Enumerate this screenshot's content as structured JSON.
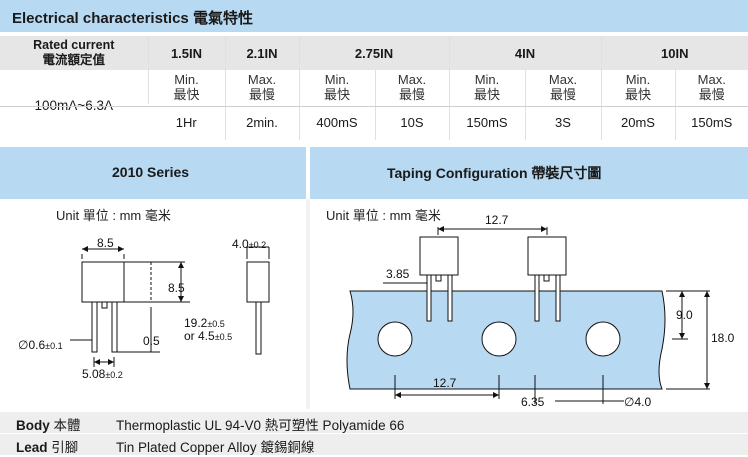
{
  "header": {
    "title": "Electrical characteristics 電氣特性"
  },
  "table": {
    "rated_current_label": "Rated current",
    "rated_current_label_cn": "電流額定值",
    "range": "100mA~6.3A",
    "columns": [
      {
        "name": "1.5IN",
        "labels": [
          [
            "Min.",
            "最快"
          ]
        ],
        "values": [
          "1Hr"
        ]
      },
      {
        "name": "2.1IN",
        "labels": [
          [
            "Max.",
            "最慢"
          ]
        ],
        "values": [
          "2min."
        ]
      },
      {
        "name": "2.75IN",
        "labels": [
          [
            "Min.",
            "最快"
          ],
          [
            "Max.",
            "最慢"
          ]
        ],
        "values": [
          "400mS",
          "10S"
        ]
      },
      {
        "name": "4IN",
        "labels": [
          [
            "Min.",
            "最快"
          ],
          [
            "Max.",
            "最慢"
          ]
        ],
        "values": [
          "150mS",
          "3S"
        ]
      },
      {
        "name": "10IN",
        "labels": [
          [
            "Min.",
            "最快"
          ],
          [
            "Max.",
            "最慢"
          ]
        ],
        "values": [
          "20mS",
          "150mS"
        ]
      }
    ]
  },
  "series_panel": {
    "title": "2010 Series",
    "unit": "Unit 單位 : mm 毫米",
    "dims": {
      "width": "8.5",
      "height": "8.5",
      "thickness": "4.0",
      "thickness_tol": "±0.2",
      "lead_len": "19.2",
      "lead_len_tol": "±0.5",
      "lead_len_alt": "or 4.5",
      "lead_len_alt_tol": "±0.5",
      "standoff": "0.5",
      "lead_dia": "∅0.6",
      "lead_dia_tol": "±0.1",
      "pitch": "5.08",
      "pitch_tol": "±0.2"
    }
  },
  "taping_panel": {
    "title": "Taping Configuration 帶裝尺寸圖",
    "unit": "Unit 單位 : mm 毫米",
    "dims": {
      "component_pitch": "12.7",
      "offset": "3.85",
      "hole_pitch": "12.7",
      "hole_offset": "6.35",
      "hole_dia": "∅4.0",
      "hole_row": "9.0",
      "tape_width": "18.0"
    }
  },
  "materials": {
    "body_label": "Body",
    "body_label_cn": "本體",
    "body_value": "Thermoplastic UL 94-V0 熱可塑性 Polyamide 66",
    "lead_label": "Lead",
    "lead_label_cn": "引腳",
    "lead_value": "Tin Plated Copper Alloy 鍍錫銅線"
  },
  "colors": {
    "header_bg": "#b7d9f1",
    "row_bg": "#e6e6e6",
    "tape_bg": "#b7d9f1"
  }
}
